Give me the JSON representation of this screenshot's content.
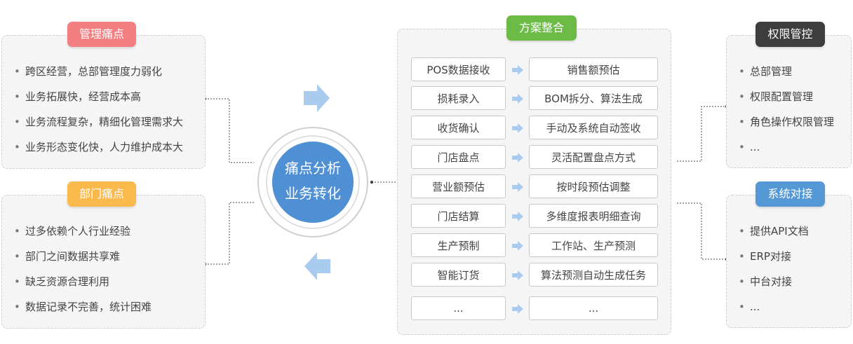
{
  "left": {
    "management": {
      "tag": "管理痛点",
      "items": [
        "跨区经营，总部管理度力弱化",
        "业务拓展快，经营成本高",
        "业务流程复杂，精细化管理需求大",
        "业务形态变化快，人力维护成本大"
      ]
    },
    "department": {
      "tag": "部门痛点",
      "items": [
        "过多依赖个人行业经验",
        "部门之间数据共享难",
        "缺乏资源合理利用",
        "数据记录不完善，统计困难"
      ]
    }
  },
  "center": {
    "line1": "痛点分析",
    "line2": "业务转化"
  },
  "solution": {
    "tag": "方案整合",
    "rows": [
      {
        "left": "POS数据接收",
        "right": "销售额预估"
      },
      {
        "left": "损耗录入",
        "right": "BOM拆分、算法生成"
      },
      {
        "left": "收货确认",
        "right": "手动及系统自动签收"
      },
      {
        "left": "门店盘点",
        "right": "灵活配置盘点方式"
      },
      {
        "left": "营业额预估",
        "right": "按时段预估调整"
      },
      {
        "left": "门店结算",
        "right": "多维度报表明细查询"
      },
      {
        "left": "生产预制",
        "right": "工作站、生产预测"
      },
      {
        "left": "智能订货",
        "right": "算法预测自动生成任务"
      },
      {
        "left": "...",
        "right": "..."
      }
    ]
  },
  "right": {
    "permission": {
      "tag": "权限管控",
      "items": [
        "总部管理",
        "权限配置管理",
        "角色操作权限管理",
        "..."
      ]
    },
    "system": {
      "tag": "系统对接",
      "items": [
        "提供API文档",
        "ERP对接",
        "中台对接",
        "..."
      ]
    }
  },
  "colors": {
    "management": "#f47f83",
    "department": "#f9b94c",
    "solution": "#6dbb47",
    "permission": "#3d3d3d",
    "system": "#5499d6",
    "circle": "#4f8fd4",
    "arrow": "#a9cbed"
  }
}
